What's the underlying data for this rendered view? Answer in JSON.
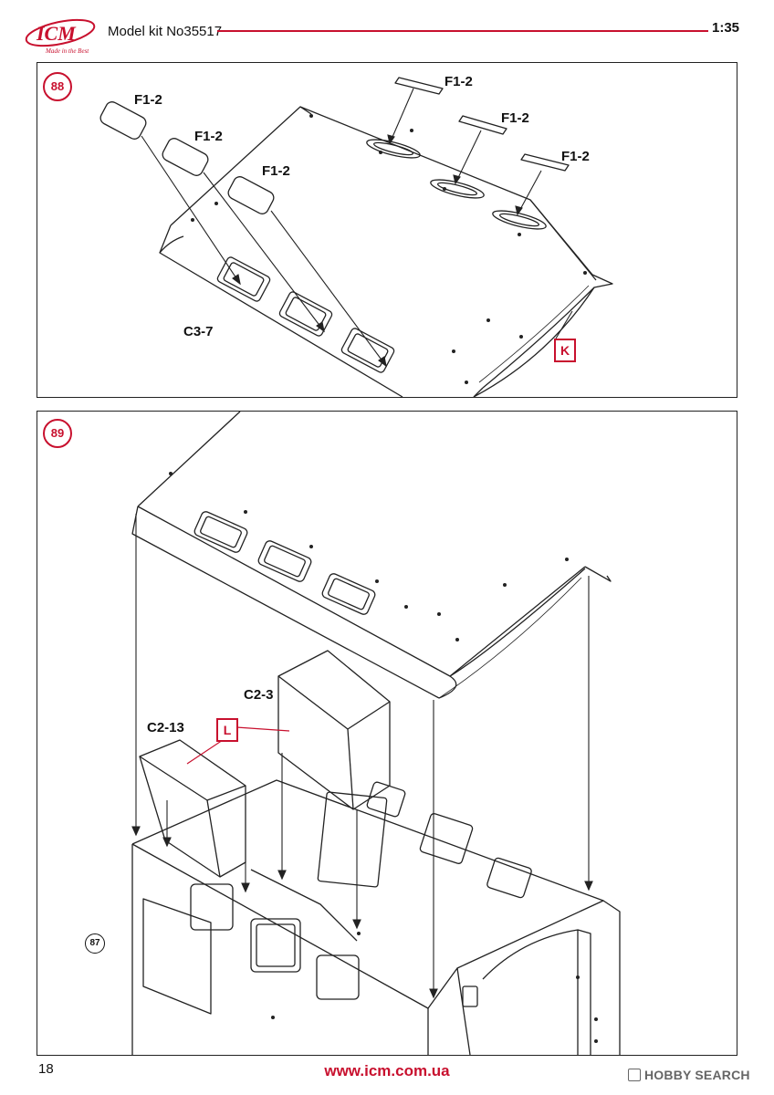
{
  "header": {
    "brand": "ICM",
    "tagline": "Made in the Best",
    "model_kit": "Model kit No35517",
    "scale": "1:35"
  },
  "step88": {
    "number": "88",
    "labels": [
      "F1-2",
      "F1-2",
      "F1-2",
      "F1-2",
      "F1-2",
      "F1-2",
      "C3-7"
    ],
    "marker": "K"
  },
  "step89": {
    "number": "89",
    "labels": [
      "C2-3",
      "C2-13"
    ],
    "marker": "L",
    "ref_step": "87"
  },
  "footer": {
    "page_number": "18",
    "website": "www.icm.com.ua",
    "watermark": "HOBBY SEARCH"
  },
  "colors": {
    "accent": "#c8102e",
    "line": "#222222"
  }
}
